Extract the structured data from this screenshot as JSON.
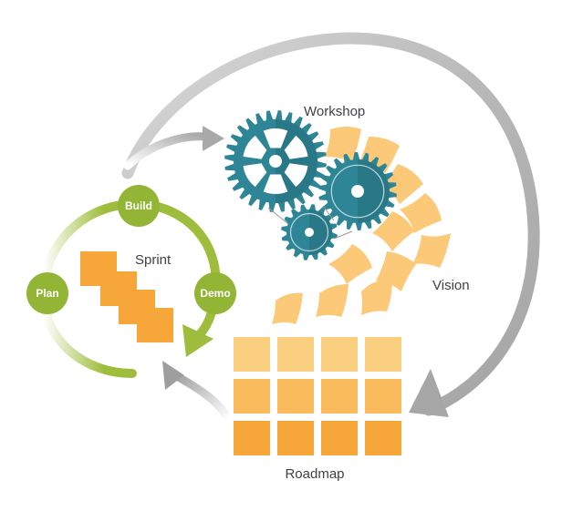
{
  "labels": {
    "workshop": "Workshop",
    "sprint": "Sprint",
    "vision": "Vision",
    "roadmap": "Roadmap"
  },
  "cycle_nodes": {
    "build": "Build",
    "plan": "Plan",
    "demo": "Demo"
  },
  "colors": {
    "gear": "#2e8595",
    "gear_dark": "#226876",
    "green": "#9fbd3c",
    "green_dark": "#84a72b",
    "orange": "#f7a73a",
    "orange_light": "#fbcf80",
    "petal": "#fcc978",
    "arrow_gray": "#b0b0b0",
    "text": "#3f4147"
  },
  "roadmap_grid": {
    "rows": 3,
    "cols": 4
  }
}
